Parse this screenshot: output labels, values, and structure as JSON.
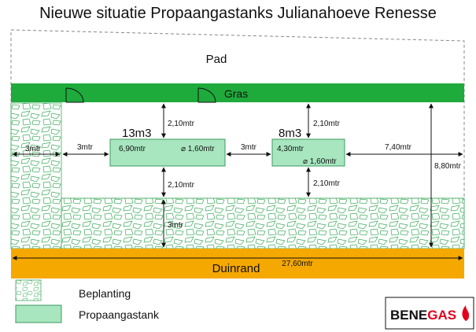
{
  "title": "Nieuwe situatie Propaangastanks Julianahoeve Renesse",
  "zones": {
    "pad": "Pad",
    "gras": "Gras",
    "duinrand": "Duinrand"
  },
  "tanks": [
    {
      "capacity": "13m3",
      "length": "6,90mtr",
      "diameter": "⌀ 1,60mtr"
    },
    {
      "capacity": "8m3",
      "length": "4,30mtr",
      "diameter": "⌀ 1,60mtr"
    }
  ],
  "dimensions": {
    "left_planting_width": "3mtr",
    "gap_left": "3mtr",
    "gap_between": "3mtr",
    "gap_right": "7,40mtr",
    "top_clearance_1": "2,10mtr",
    "top_clearance_2": "2,10mtr",
    "bottom_clearance_1": "2,10mtr",
    "bottom_clearance_2": "2,10mtr",
    "planting_strip": "3mtr",
    "total_depth": "8,80mtr",
    "total_length": "27,60mtr"
  },
  "legend": {
    "beplanting": "Beplanting",
    "propaangastank": "Propaangastank"
  },
  "logo": {
    "part1": "BENE",
    "part2": "GAS"
  },
  "colors": {
    "gras": "#1faa3c",
    "duinrand": "#f5a800",
    "tank": "#a8e6c0",
    "planting_stroke": "#3daa5c",
    "logo_red": "#e3001b"
  }
}
